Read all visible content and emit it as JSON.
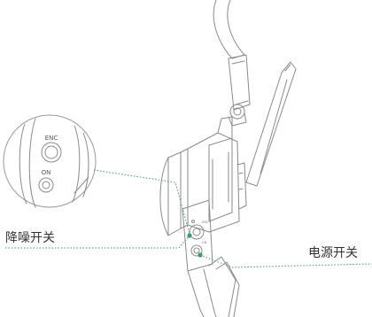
{
  "labels": {
    "enc_switch": "降噪开关",
    "power_switch": "电源开关"
  },
  "zoom_inset": {
    "enc_text": "ENC",
    "on_text": "ON"
  },
  "device_tiny_labels": {
    "enc_text": "ENC",
    "on_text": "ON"
  },
  "colors": {
    "line": "#8a8a8a",
    "leader": "#3d9a6b",
    "text": "#333333"
  }
}
